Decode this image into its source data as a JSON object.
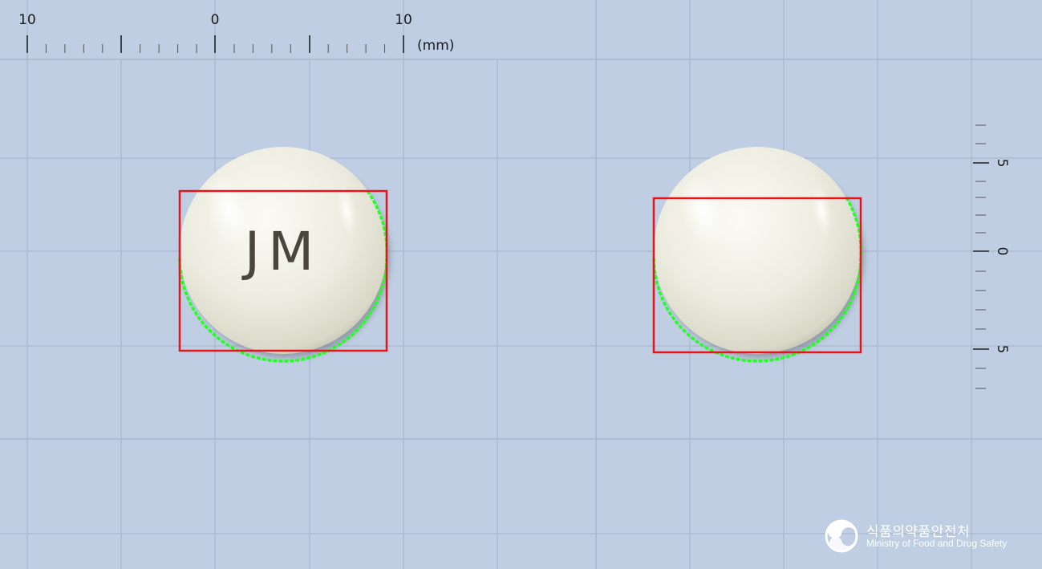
{
  "top_ruler": {
    "labels": [
      "10",
      "0",
      "10"
    ],
    "unit": "(mm)"
  },
  "side_ruler": {
    "labels": [
      "5",
      "0",
      "5"
    ]
  },
  "pills": [
    {
      "side": "front",
      "imprint": "JM"
    },
    {
      "side": "back",
      "imprint": ""
    }
  ],
  "colors": {
    "background": "#bfcee2",
    "grid_line": "#a7b8cf",
    "pill": "#eeeee3",
    "bounding_box": "#e8141c",
    "contour": "#22ff22"
  },
  "logo": {
    "korean": "식품의약품안전처",
    "english": "Ministry of Food and Drug Safety",
    "icon": "mfds-emblem-icon"
  }
}
